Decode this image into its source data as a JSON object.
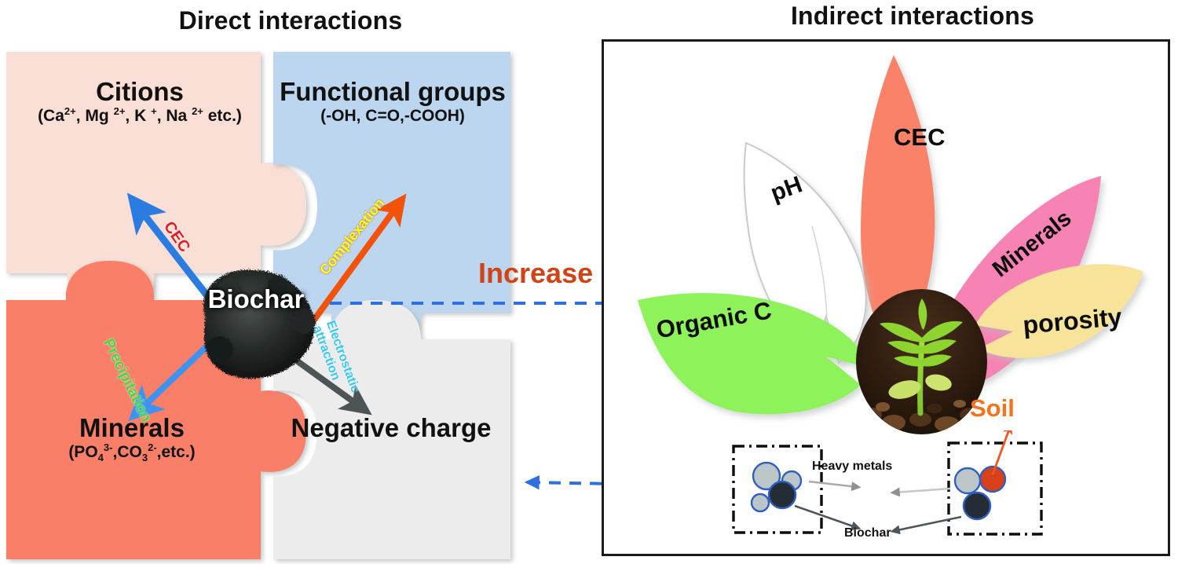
{
  "titles": {
    "direct": "Direct interactions",
    "indirect": "Indirect interactions"
  },
  "center": {
    "biochar_label": "Biochar",
    "increase_label": "Increase"
  },
  "puzzle_pieces": [
    {
      "id": "citions",
      "title": "Citions",
      "subtitle_html": "(Ca<sup>2+</sup>, Mg <sup>2+</sup>, K <sup>+</sup>, Na <sup>2+</sup> etc.)",
      "subtitle_text": "(Ca2+, Mg 2+, K +, Na 2+ etc.)",
      "color": "#fadfd6"
    },
    {
      "id": "functional-groups",
      "title": "Functional groups",
      "subtitle_html": "(-OH, C=O,-COOH)",
      "subtitle_text": "(-OH, C=O,-COOH)",
      "color": "#bcd6f0"
    },
    {
      "id": "minerals",
      "title": "Minerals",
      "subtitle_html": "(PO<sub>4</sub><sup>3-</sup>,CO<sub>3</sub><sup>2-</sup>,etc.)",
      "subtitle_text": "(PO43-,CO32-,etc.)",
      "color": "#fa7f68"
    },
    {
      "id": "negative-charge",
      "title": "Negative charge",
      "subtitle_html": "",
      "subtitle_text": "",
      "color": "#ececec"
    }
  ],
  "arrows": [
    {
      "id": "cec",
      "label": "CEC",
      "label_color": "#e31b23",
      "arrow_color": "#2b7ce0"
    },
    {
      "id": "complexation",
      "label": "Complexation",
      "label_color": "#ffff1a",
      "arrow_color": "#f2520a"
    },
    {
      "id": "precipitation",
      "label": "Precipitation",
      "label_color": "#3ddc3d",
      "arrow_color": "#3d93ef"
    },
    {
      "id": "electrostatic",
      "label": "Electrostatic attraction",
      "label_color": "#3cc8f0",
      "arrow_color": "#4d5456"
    }
  ],
  "leaves": [
    {
      "id": "cec",
      "label": "CEC",
      "color": "#fa8268"
    },
    {
      "id": "ph",
      "label": "pH",
      "color": "#ffffff"
    },
    {
      "id": "minerals",
      "label": "Minerals",
      "color": "#f783b4"
    },
    {
      "id": "organic-c",
      "label": "Organic C",
      "color": "#8ef25a"
    },
    {
      "id": "porosity",
      "label": "porosity",
      "color": "#f7e39a"
    }
  ],
  "photo": {
    "soil_label": "Soil",
    "alt": "seedling sprouting in dark soil"
  },
  "micro_diagram": {
    "heavy_metals_label": "Heavy metals",
    "biochar_label": "Biochar"
  },
  "colors": {
    "panel_border": "#1b1b1b",
    "dashed_connector": "#2f6fe0",
    "increase_text": "#cf4317",
    "soil_text": "#f4731c"
  }
}
